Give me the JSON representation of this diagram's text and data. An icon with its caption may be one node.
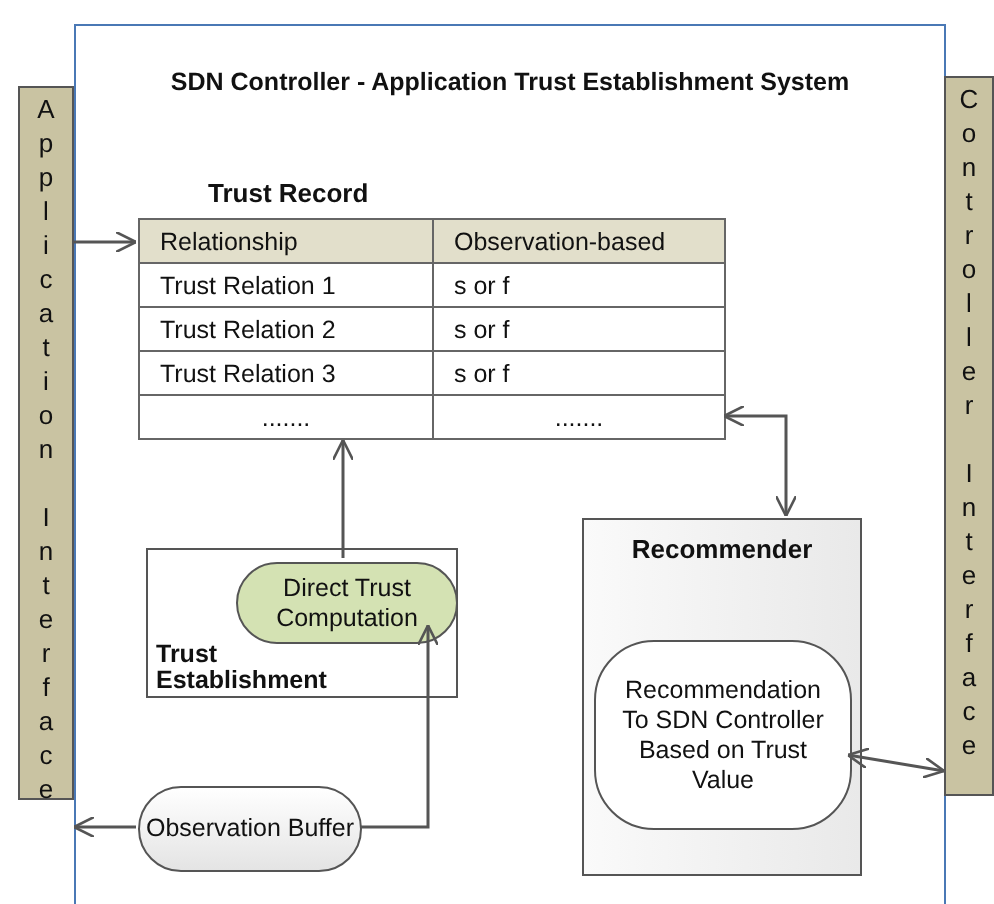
{
  "diagram": {
    "nodes": [
      {
        "text": [
          "SDN Controller - Application Trust Establishment System"
        ]
      },
      {
        "text": [
          "Application Interface"
        ]
      },
      {
        "text": [
          "Controller Interface"
        ]
      },
      {
        "text": [
          "Trust Record",
          "Relationship",
          "Observation-based",
          "Trust Relation 1",
          "s or f",
          "Trust Relation 2",
          "s or f",
          "Trust Relation 3",
          "s or f",
          ".......",
          "......."
        ],
        "in": 0
      },
      {
        "text": [
          "Trust Establishment"
        ],
        "in": 0
      },
      {
        "text": [
          "Direct Trust Computation"
        ],
        "in": 4
      },
      {
        "text": [
          "Observation Buffer"
        ],
        "in": 0
      },
      {
        "text": [
          "Recommender"
        ],
        "in": 0
      },
      {
        "text": [
          "Recommendation To SDN Controller Based on Trust Value"
        ],
        "in": 7
      }
    ],
    "edges": [
      {
        "from": 1,
        "to": 3,
        "arrow": "to"
      },
      {
        "from": 5,
        "to": 3,
        "arrow": "to"
      },
      {
        "from": 6,
        "to": 5,
        "arrow": "to"
      },
      {
        "from": 6,
        "to": 1,
        "arrow": "to"
      },
      {
        "from": 3,
        "to": 7,
        "arrow": "both"
      },
      {
        "from": 8,
        "to": 2,
        "arrow": "both"
      }
    ]
  }
}
